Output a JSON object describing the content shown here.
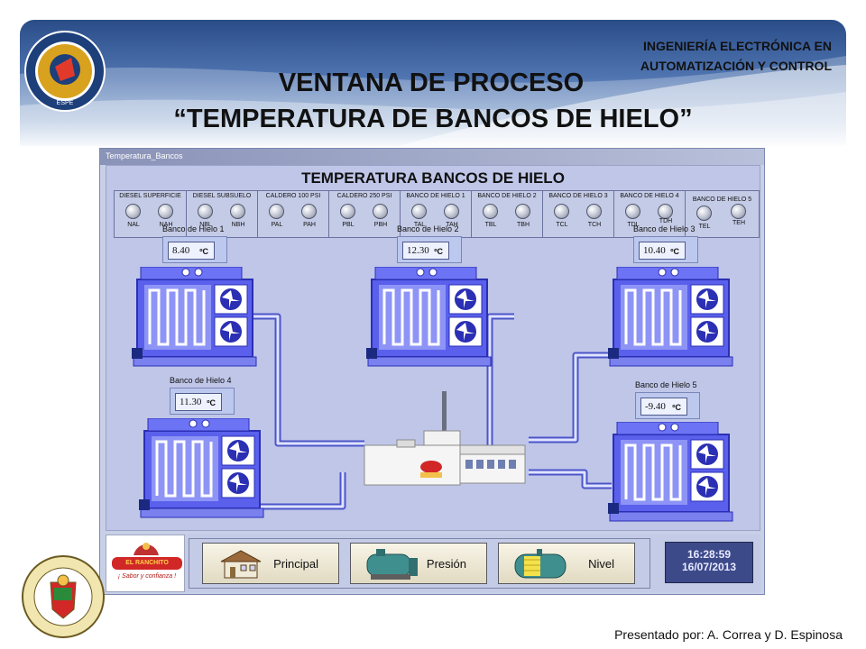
{
  "slide": {
    "org_line1": "INGENIERÍA ELECTRÓNICA EN",
    "org_line2": "AUTOMATIZACIÓN Y CONTROL",
    "title_line1": "VENTANA DE PROCESO",
    "title_line2": "“TEMPERATURA DE BANCOS DE HIELO”",
    "credits": "Presentado por: A. Correa y D. Espinosa",
    "logo_top_text": "ESPE"
  },
  "window": {
    "title": "Temperatura_Bancos",
    "hmi_title": "TEMPERATURA BANCOS DE HIELO"
  },
  "alarms": [
    {
      "group": "DIESEL SUPERFICIE",
      "low": "NAL",
      "high": "NAH"
    },
    {
      "group": "DIESEL SUBSUELO",
      "low": "NBL",
      "high": "NBH"
    },
    {
      "group": "CALDERO 100 PSI",
      "low": "PAL",
      "high": "PAH"
    },
    {
      "group": "CALDERO 250 PSI",
      "low": "PBL",
      "high": "PBH"
    },
    {
      "group": "BANCO DE HIELO 1",
      "low": "TAL",
      "high": "TAH"
    },
    {
      "group": "BANCO DE HIELO 2",
      "low": "TBL",
      "high": "TBH"
    },
    {
      "group": "BANCO DE HIELO 3",
      "low": "TCL",
      "high": "TCH"
    },
    {
      "group": "BANCO DE HIELO 4",
      "low": "TDL",
      "high": "TDH"
    },
    {
      "group": "BANCO DE HIELO 5",
      "low": "TEL",
      "high": "TEH"
    }
  ],
  "banks": [
    {
      "label": "Banco de Hielo 1",
      "value": "8.40",
      "unit": "ºC"
    },
    {
      "label": "Banco de Hielo 2",
      "value": "12.30",
      "unit": "ºC"
    },
    {
      "label": "Banco de Hielo 3",
      "value": "10.40",
      "unit": "ºC"
    },
    {
      "label": "Banco de Hielo 4",
      "value": "11.30",
      "unit": "ºC"
    },
    {
      "label": "Banco de Hielo 5",
      "value": "-9.40",
      "unit": "ºC"
    }
  ],
  "brand": {
    "name": "EL RANCHITO",
    "slogan": "¡ Sabor y confianza !"
  },
  "nav": {
    "principal": "Principal",
    "presion": "Presión",
    "nivel": "Nivel"
  },
  "clock": {
    "time": "16:28:59",
    "date": "16/07/2013"
  },
  "colors": {
    "unit_body": "#5a60ec",
    "unit_dark": "#2b2fb4",
    "pipe": "#9aa4ee",
    "hmi_bg": "#bfc6e8",
    "clock_bg": "#3d4a8a"
  }
}
